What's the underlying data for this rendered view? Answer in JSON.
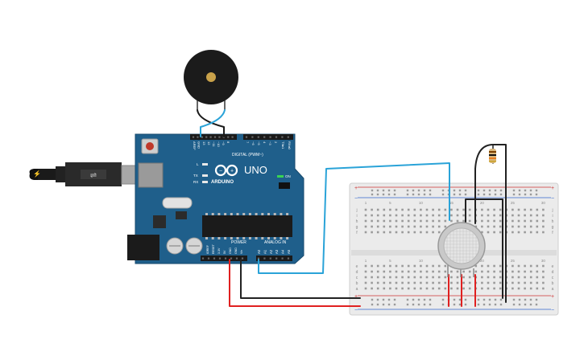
{
  "board": {
    "logo": "ARDUINO",
    "model": "UNO",
    "on_label": "ON",
    "digital_label": "DIGITAL (PWM~)",
    "power_label": "POWER",
    "analog_label": "ANALOG IN",
    "l_label": "L",
    "tx_label": "TX",
    "rx_label": "RX",
    "digital_pins": [
      "AREF",
      "GND",
      "13",
      "12",
      "~11",
      "~10",
      "~9",
      "8",
      "7",
      "~6",
      "~5",
      "4",
      "~3",
      "2",
      "TX▸1",
      "RX◂0"
    ],
    "power_pins": [
      "IOREF",
      "RESET",
      "3.3V",
      "5V",
      "GND",
      "GND",
      "Vin"
    ],
    "analog_pins": [
      "A0",
      "A1",
      "A2",
      "A3",
      "A4",
      "A5"
    ]
  },
  "breadboard": {
    "row_letters_top": [
      "j",
      "i",
      "h",
      "g",
      "f"
    ],
    "row_letters_bottom": [
      "e",
      "d",
      "c",
      "b",
      "a"
    ],
    "column_numbers": [
      "1",
      "5",
      "10",
      "15",
      "20",
      "25",
      "30"
    ]
  },
  "colors": {
    "board": "#1f5f8b",
    "wire_red": "#e02020",
    "wire_black": "#222222",
    "wire_blue": "#2aa3d8",
    "breadboard": "#ebebeb"
  },
  "icons": [
    "piezo-buzzer-icon",
    "usb-cable-icon",
    "gas-sensor-icon",
    "resistor-icon"
  ]
}
